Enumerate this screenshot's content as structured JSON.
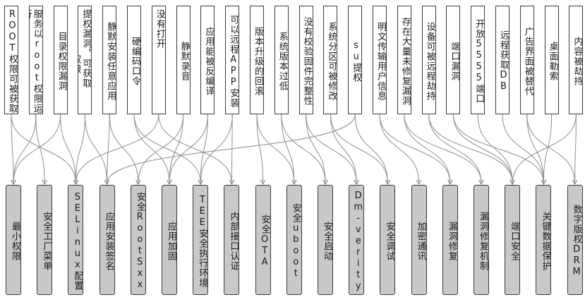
{
  "threats": [
    "ROOT权限可被获取",
    "服务以root权限运行",
    "目录权限漏洞",
    "提权漏洞，可获取root权限",
    "静默安装任意应用",
    "硬编码口令",
    "没有打开SELinux",
    "静默录音",
    "应用能被反编译",
    "可以远程APP安装",
    "版本升级的回滚",
    "系统版本过低",
    "没有校验固件完整性",
    "系统分区可被修改",
    "su提权",
    "明文传输用户信息",
    "存在大量未修复漏洞",
    "设备可被远程劫持",
    "端口漏洞",
    "开放5555端口",
    "远程获取DB",
    "广告界面被替代",
    "桌面勒索",
    "内容被劫持"
  ],
  "measures": [
    "最小权限",
    "安全工厂菜单",
    "SELinux配置",
    "应用安装签名",
    "安全RootSxx",
    "应用加固",
    "TEE安全执行环境",
    "内部接口认证",
    "安全OTA",
    "安全uboot",
    "安全启动",
    "Dm-verity",
    "安全调试",
    "加密通讯",
    "漏洞修复",
    "漏洞修复机制",
    "端口安全",
    "关键数据保护",
    "数字版权DRM"
  ],
  "links": [
    [
      0,
      0
    ],
    [
      0,
      2
    ],
    [
      1,
      0
    ],
    [
      1,
      1
    ],
    [
      2,
      2
    ],
    [
      2,
      0
    ],
    [
      3,
      2
    ],
    [
      3,
      3
    ],
    [
      4,
      3
    ],
    [
      4,
      4
    ],
    [
      5,
      5
    ],
    [
      5,
      6
    ],
    [
      6,
      2
    ],
    [
      6,
      7
    ],
    [
      7,
      5
    ],
    [
      7,
      4
    ],
    [
      8,
      5
    ],
    [
      8,
      6
    ],
    [
      9,
      7
    ],
    [
      9,
      6
    ],
    [
      10,
      8
    ],
    [
      10,
      9
    ],
    [
      11,
      9
    ],
    [
      11,
      10
    ],
    [
      12,
      10
    ],
    [
      12,
      11
    ],
    [
      13,
      11
    ],
    [
      13,
      12
    ],
    [
      14,
      12
    ],
    [
      14,
      3
    ],
    [
      15,
      13
    ],
    [
      15,
      14
    ],
    [
      16,
      14
    ],
    [
      16,
      15
    ],
    [
      17,
      15
    ],
    [
      17,
      16
    ],
    [
      18,
      16
    ],
    [
      18,
      17
    ],
    [
      19,
      16
    ],
    [
      20,
      17
    ],
    [
      21,
      17
    ],
    [
      21,
      18
    ],
    [
      22,
      17
    ],
    [
      23,
      18
    ],
    [
      23,
      16
    ]
  ]
}
